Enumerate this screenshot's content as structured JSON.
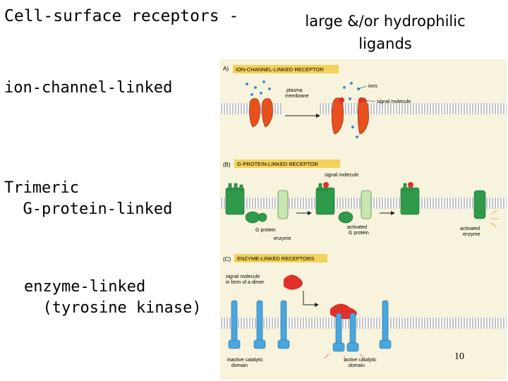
{
  "title": {
    "main": "Cell-surface receptors",
    "dash": "-",
    "sub": "large &/or hydrophilic ligands"
  },
  "labels": {
    "ion": "ion-channel-linked",
    "gprotein": "Trimeric\n  G-protein-linked",
    "enzyme": "enzyme-linked\n  (tyrosine kinase)"
  },
  "figure": {
    "panel_a": {
      "tag": "A)",
      "header": "ION-CHANNEL-LINKED RECEPTOR",
      "ions": "ions",
      "plasma": "plasma",
      "membrane": "membrane",
      "signal": "signal molecule"
    },
    "panel_b": {
      "tag": "(B)",
      "header": "G-PROTEIN-LINKED RECEPTOR",
      "signal": "signal molecule",
      "gprotein": "G protein",
      "enzyme": "enzyme",
      "activated1": "activated",
      "gprotein2": "G protein",
      "activated2": "activated",
      "enzyme2": "enzyme"
    },
    "panel_c": {
      "tag": "(C)",
      "header": "ENZYME-LINKED RECEPTORS",
      "signal1": "signal molecule",
      "signal2": "in form of a dimer",
      "inactive1": "inactive catalytic",
      "inactive2": "domain",
      "active1": "active catalytic",
      "active2": "domain"
    }
  },
  "page_number": "10",
  "colors": {
    "panel_bg": "#f7f3dc",
    "header_bg": "#f2d25a",
    "ion_receptor": "#e8501e",
    "gpcr": "#2e9a4a",
    "enzyme_receptor": "#4aa6dc",
    "ligand": "#e0302a",
    "membrane": "#9a9a9a"
  }
}
